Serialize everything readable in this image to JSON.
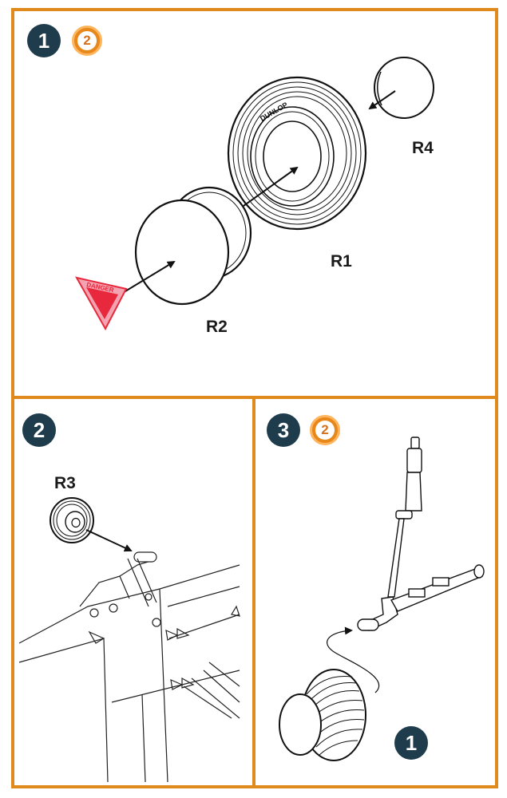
{
  "steps": [
    {
      "number": "1",
      "sub_badge": "2"
    },
    {
      "number": "2"
    },
    {
      "number": "3",
      "sub_badge": "2"
    }
  ],
  "parts": {
    "r1": "R1",
    "r2": "R2",
    "r3": "R3",
    "r4": "R4"
  },
  "tire_brand": "DUNLOP",
  "decal_text": "DANGER",
  "reference_step": "1",
  "colors": {
    "frame": "#e08a1e",
    "badge": "#1f3c4c",
    "sub_badge": "#e8871a",
    "decal": "#e8283c"
  }
}
